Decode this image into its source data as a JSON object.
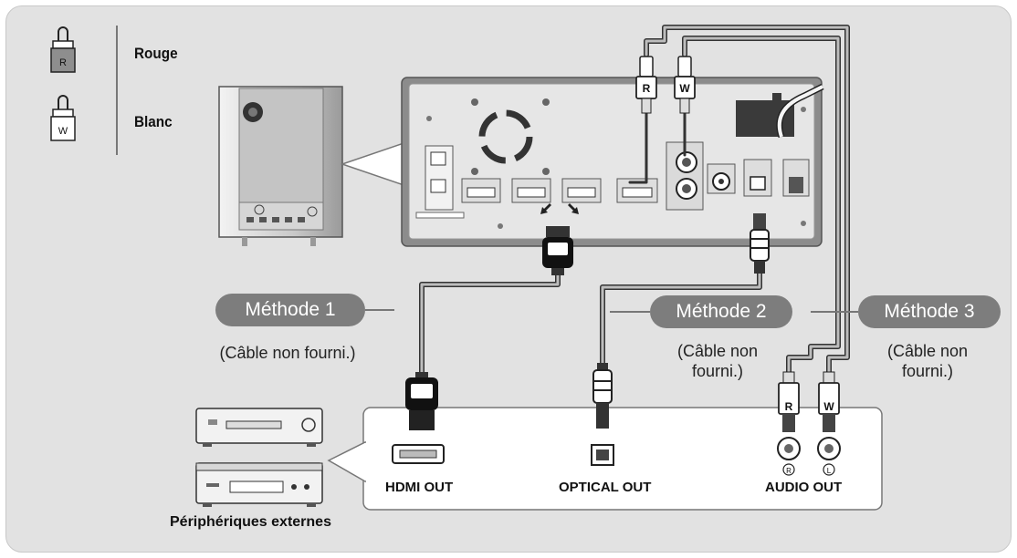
{
  "legend": {
    "red_plug_letter": "R",
    "red_label": "Rouge",
    "white_plug_letter": "W",
    "white_label": "Blanc"
  },
  "methods": [
    {
      "label": "Méthode 1",
      "note": "(Câble non fourni.)"
    },
    {
      "label": "Méthode 2",
      "note_line1": "(Câble non",
      "note_line2": "fourni.)"
    },
    {
      "label": "Méthode 3",
      "note_line1": "(Câble non",
      "note_line2": "fourni.)"
    }
  ],
  "device_panel": {
    "hdmi_out": "HDMI OUT",
    "optical_out": "OPTICAL OUT",
    "audio_out": "AUDIO OUT",
    "audio_r": "R",
    "audio_l": "L"
  },
  "plug_letters": {
    "r": "R",
    "w": "W"
  },
  "external_devices_label": "Périphériques externes",
  "colors": {
    "background": "#e2e2e2",
    "pill": "#7d7d7d",
    "cable": "#555555"
  }
}
